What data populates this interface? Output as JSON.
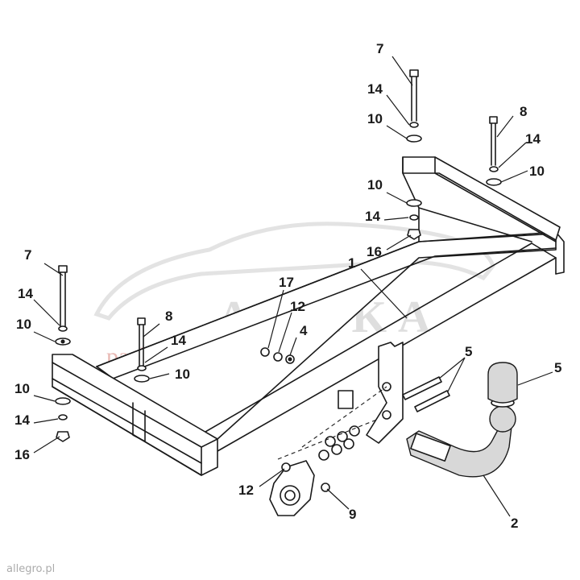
{
  "watermark": {
    "brand": "AHAKA",
    "tagline": "pack and travel"
  },
  "credit": "allegro.pl",
  "callouts": [
    {
      "id": "c7a",
      "text": "7"
    },
    {
      "id": "c14a",
      "text": "14"
    },
    {
      "id": "c10a",
      "text": "10"
    },
    {
      "id": "c8a",
      "text": "8"
    },
    {
      "id": "c14b",
      "text": "14"
    },
    {
      "id": "c10b",
      "text": "10"
    },
    {
      "id": "c10c",
      "text": "10"
    },
    {
      "id": "c14c",
      "text": "14"
    },
    {
      "id": "c16a",
      "text": "16"
    },
    {
      "id": "c1",
      "text": "1"
    },
    {
      "id": "c7b",
      "text": "7"
    },
    {
      "id": "c14d",
      "text": "14"
    },
    {
      "id": "c10d",
      "text": "10"
    },
    {
      "id": "c8b",
      "text": "8"
    },
    {
      "id": "c14e",
      "text": "14"
    },
    {
      "id": "c10e",
      "text": "10"
    },
    {
      "id": "c10f",
      "text": "10"
    },
    {
      "id": "c14f",
      "text": "14"
    },
    {
      "id": "c16b",
      "text": "16"
    },
    {
      "id": "c17",
      "text": "17"
    },
    {
      "id": "c12a",
      "text": "12"
    },
    {
      "id": "c4",
      "text": "4"
    },
    {
      "id": "c5a",
      "text": "5"
    },
    {
      "id": "c5b",
      "text": "5"
    },
    {
      "id": "c12b",
      "text": "12"
    },
    {
      "id": "c9",
      "text": "9"
    },
    {
      "id": "c2",
      "text": "2"
    }
  ]
}
